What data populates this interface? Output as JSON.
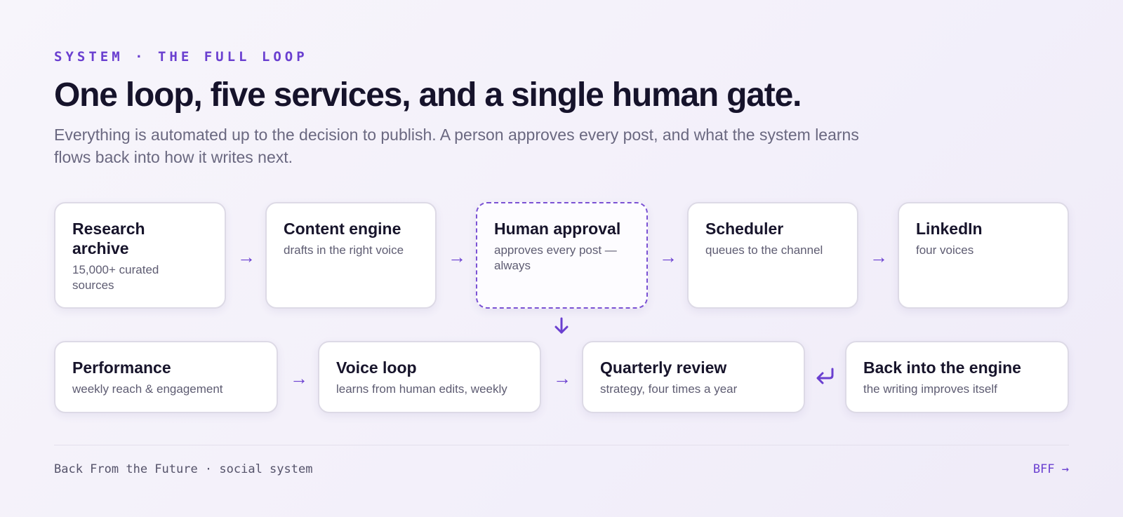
{
  "header": {
    "eyebrow": "SYSTEM · THE FULL LOOP",
    "title": "One loop, five services, and a single human gate.",
    "subtitle": "Everything is automated up to the decision to publish. A person approves every post, and what the system learns flows back into how it writes next."
  },
  "row1": [
    {
      "title": "Research archive",
      "desc": "15,000+ curated sources"
    },
    {
      "title": "Content engine",
      "desc": "drafts in the right voice"
    },
    {
      "title": "Human approval",
      "desc": "approves every post — always"
    },
    {
      "title": "Scheduler",
      "desc": "queues to the channel"
    },
    {
      "title": "LinkedIn",
      "desc": "four voices"
    }
  ],
  "row2": [
    {
      "title": "Performance",
      "desc": "weekly reach & engagement"
    },
    {
      "title": "Voice loop",
      "desc": "learns from human edits, weekly"
    },
    {
      "title": "Quarterly review",
      "desc": "strategy, four times a year"
    },
    {
      "title": "Back into the engine",
      "desc": "the writing improves itself"
    }
  ],
  "arrows": {
    "right": "→"
  },
  "icons": {
    "down": "arrow-down-icon",
    "return": "return-arrow-icon"
  },
  "colors": {
    "accent": "#6a3fd0",
    "text": "#17142b",
    "muted": "#6a6880"
  },
  "footer": {
    "left": "Back From the Future · social system",
    "right": "BFF →"
  }
}
